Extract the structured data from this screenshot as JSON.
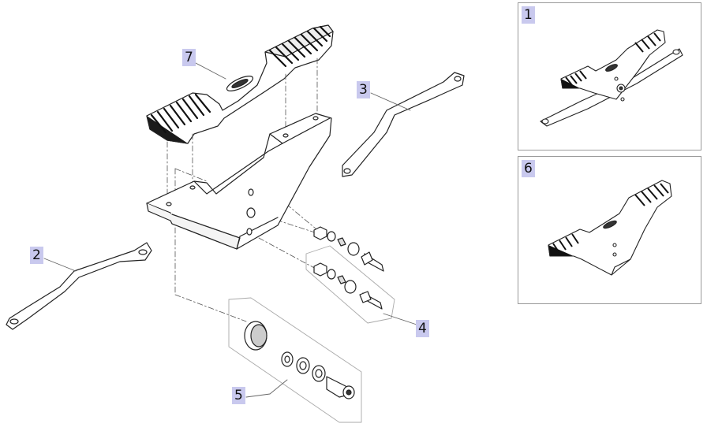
{
  "callouts": {
    "pedal_assembly": "7",
    "right_link": "3",
    "left_link": "2",
    "bolt_kit_small": "4",
    "bolt_kit_large": "5"
  },
  "insets": [
    {
      "label": "1"
    },
    {
      "label": "6"
    }
  ],
  "colors": {
    "callout_bg": "#c9c9ee",
    "line": "#222222",
    "leader": "#666666",
    "frame": "#9a9a9a"
  }
}
